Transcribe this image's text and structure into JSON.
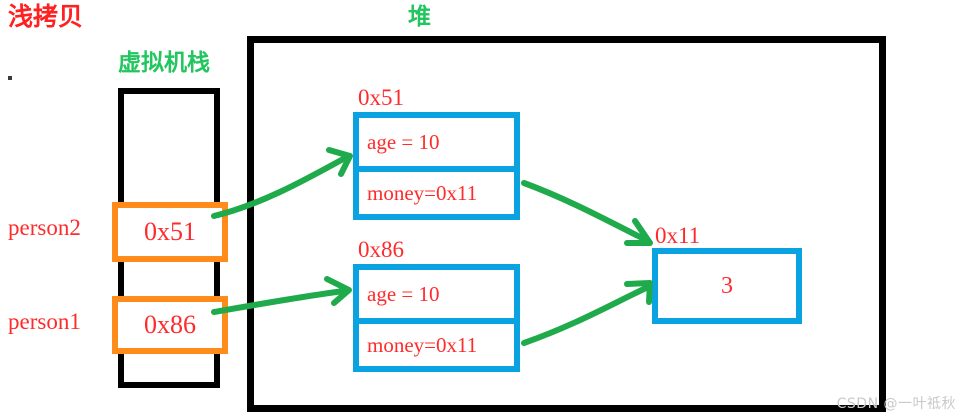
{
  "diagram": {
    "titles": {
      "shallow_copy": "浅拷贝",
      "stack": "虚拟机栈",
      "heap": "堆"
    },
    "stack": {
      "slots": [
        {
          "name": "person2",
          "value": "0x51"
        },
        {
          "name": "person1",
          "value": "0x86"
        }
      ]
    },
    "heap": {
      "objects": [
        {
          "address": "0x51",
          "fields": [
            "age  =  10",
            "money=0x11"
          ]
        },
        {
          "address": "0x86",
          "fields": [
            "age  =  10",
            "money=0x11"
          ]
        }
      ],
      "value_box": {
        "address": "0x11",
        "value": "3"
      }
    },
    "colors": {
      "red_text": "#ff2b2b",
      "green_title": "#22c55e",
      "green_arrow": "#1faa4b",
      "orange_slot": "#ff8c1a",
      "blue_object": "#0aa2e0",
      "black_frame": "#000000"
    },
    "arrows": [
      {
        "from": "person2-slot",
        "to": "object-0x51"
      },
      {
        "from": "person1-slot",
        "to": "object-0x86"
      },
      {
        "from": "object-0x51-money",
        "to": "value-box-0x11"
      },
      {
        "from": "object-0x86-money",
        "to": "value-box-0x11"
      }
    ],
    "watermark": "CSDN @一叶祗秋"
  }
}
